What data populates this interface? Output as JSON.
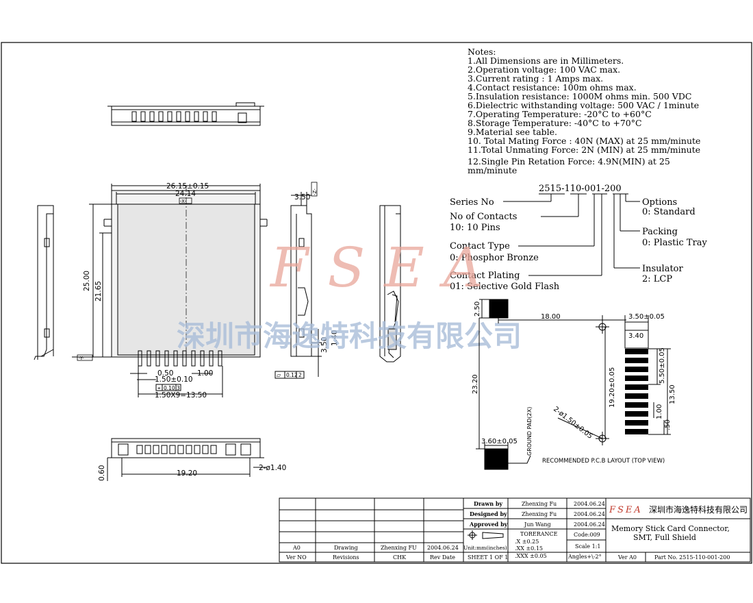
{
  "notes": {
    "heading": "Notes:",
    "lines": [
      "1.All Dimensions are in Millimeters.",
      "2.Operation voltage: 100 VAC max.",
      "3.Current rating : 1 Amps max.",
      "4.Contact resistance: 100m ohms max.",
      "5.Insulation resistance: 1000M ohms min.   500 VDC",
      "6.Dielectric withstanding voltage: 500 VAC / 1minute",
      "7.Operating Temperature: -20°C to +60°C",
      "8.Storage Temperature: -40°C to +70°C",
      "9.Material see table.",
      "10. Total Mating Force : 40N (MAX) at 25 mm/minute",
      "11.Total Unmating Force: 2N (MIN) at 25 mm/minute",
      "12.Single Pin Retation Force: 4.9N(MIN) at 25",
      "mm/minute"
    ]
  },
  "part_breakdown": {
    "part_number": "2515-110-001-200",
    "series": "Series No",
    "contacts": [
      "No of Contacts",
      "10: 10 Pins"
    ],
    "contact_type": [
      "Contact Type",
      "0: Phosphor Bronze"
    ],
    "contact_plating": [
      "Contact Plating",
      "01: Selective Gold Flash"
    ],
    "options": [
      "Options",
      "0: Standard"
    ],
    "packing": [
      "Packing",
      "0: Plastic Tray"
    ],
    "insulator": [
      "Insulator",
      "2: LCP"
    ]
  },
  "watermark": {
    "logo": "FSEA",
    "company": "深圳市海逸特科技有限公司"
  },
  "dimensions": {
    "top_width_outer": "26.15±0.15",
    "top_width_inner": "24.14",
    "x_datum": "-X-",
    "y_datum": "-Y-",
    "z_datum": "-Z-",
    "height_total": "25.00",
    "height_inner": "21.65",
    "side_thickness": "3.50",
    "side_thickness2": "3.50",
    "side_tail": "1.40",
    "pin_width": "0.50",
    "pin_pitch": "1.50±0.10",
    "pin_span": "1.00",
    "pin_total": "1.50X9=13.50",
    "pos_tol": "0.10",
    "pos_ref": "3",
    "flat_tol": "0.12",
    "flat_ref": "2",
    "front_width": "19.20",
    "front_height": "0.60",
    "front_holes": "2-ø1.40"
  },
  "pcb_layout": {
    "dim_top_pad": "2.50",
    "dim_18": "18.00",
    "dim_350": "3.50±0.05",
    "dim_340": "3.40",
    "dim_550": "5.50±0.05",
    "dim_1350": "13.50",
    "dim_2320": "23.20",
    "dim_1920": "19.20±0.05",
    "dim_holes": "2-ø1.50±0.05",
    "dim_100": "1.00",
    "dim_50": ".50",
    "dim_360": "3.60±0.05",
    "ground_pad": "GROUND PAD(2X)",
    "caption": "RECOMMENDED P.C.B LAYOUT (TOP VIEW)"
  },
  "title_block": {
    "drawn_label": "Drawn   by",
    "drawn_name": "Zhenxing Fu",
    "drawn_date": "2004.06.24",
    "designed_label": "Designed by",
    "designed_name": "Zhenxing Fu",
    "designed_date": "2004.06.24",
    "approved_label": "Approved by",
    "approved_name": "Jun Wang",
    "approved_date": "2004.06.24",
    "tolerance_label": "TORERANCE",
    "tol_x": ".X   ±0.25",
    "tol_xx": ".XX   ±0.15",
    "tol_xxx": ".XXX ±0.05",
    "code": "Code:009",
    "scale": "Scale 1:1",
    "angles": "Angles+\\-2°",
    "units": "Unit:mm(inches)",
    "sheet": "SHEET 1 OF 1",
    "rev_ver": "A0",
    "rev_desc": "Drawing",
    "rev_by": "Zhenxing FU",
    "rev_date": "2004.06.24",
    "hdr_ver": "Ver NO",
    "hdr_rev": "Revisions",
    "hdr_chk": "CHK",
    "hdr_date": "Rev Date",
    "company_logo": "FSEA",
    "company_name": "深圳市海逸特科技有限公司",
    "title_line1": "Memory Stick Card Connector,",
    "title_line2": "SMT, Full Shield",
    "ver_label": "Ver A0",
    "part_no": "Part No. 2515-110-001-200"
  },
  "colors": {
    "line": "#000000",
    "watermark_red": "#e8a59a",
    "watermark_blue": "#a9bdd8"
  }
}
